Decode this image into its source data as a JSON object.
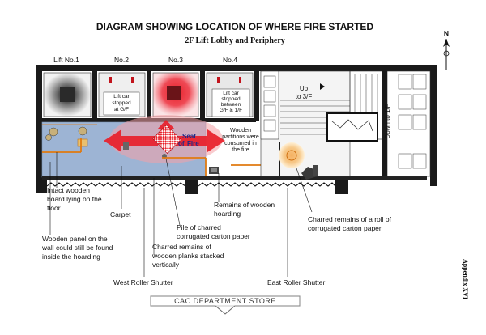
{
  "title": "DIAGRAM SHOWING LOCATION OF WHERE FIRE STARTED",
  "subtitle": "2F Lift Lobby and Periphery",
  "north": "N",
  "lifts": [
    "Lift No.1",
    "No.2",
    "No.3",
    "No.4"
  ],
  "lift_notes": {
    "lift2": [
      "Lift car",
      "stopped",
      "at G/F"
    ],
    "lift4": [
      "Lift car",
      "stopped",
      "between",
      "G/F & 1/F"
    ]
  },
  "seat_label": [
    "Seat",
    "of",
    "Fire"
  ],
  "partitions_note": [
    "Wooden",
    "partitions were",
    "consumed in",
    "the fire"
  ],
  "stairs": {
    "up": [
      "Up",
      "to 3/F"
    ],
    "down": "Down to 1/F"
  },
  "annotations": {
    "intact_board": [
      "Intact wooden",
      "board lying on the",
      "floor"
    ],
    "carpet": "Carpet",
    "wooden_panel": [
      "Wooden panel on the",
      "wall could still be found",
      "inside the hoarding"
    ],
    "carton_pile": [
      "Pile of charred",
      "corrugated carton paper"
    ],
    "planks": [
      "Charred remains of",
      "wooden planks stacked",
      "vertically"
    ],
    "hoarding": [
      "Remains of wooden",
      "hoarding"
    ],
    "carton_roll": [
      "Charred remains of a roll of",
      "corrugated carton paper"
    ],
    "west_shutter": "West Roller Shutter",
    "east_shutter": "East Roller Shutter"
  },
  "store_label": "CAC DEPARTMENT STORE",
  "appendix": "Appendix XVI",
  "colors": {
    "fire_red": "#e8202a",
    "carpet": "#9db4d4",
    "hoarding": "#e07a10",
    "wall": "#1a1a1a",
    "seat_text": "#1a2a8a"
  }
}
